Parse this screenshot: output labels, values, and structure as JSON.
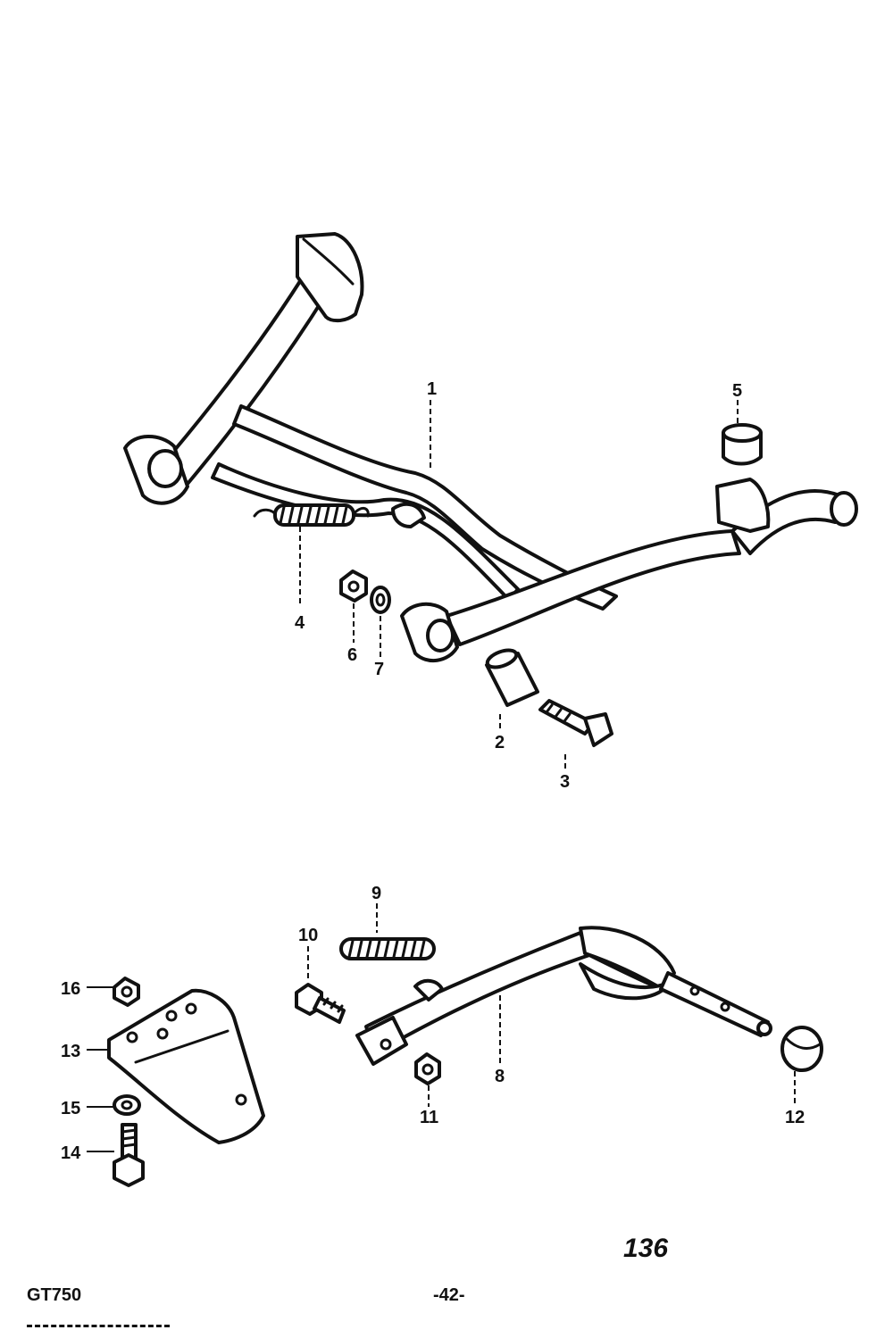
{
  "document": {
    "model": "GT750",
    "page_number": "-42-",
    "plate_number": "136"
  },
  "callouts": {
    "c1": "1",
    "c2": "2",
    "c3": "3",
    "c4": "4",
    "c5": "5",
    "c6": "6",
    "c7": "7",
    "c8": "8",
    "c9": "9",
    "c10": "10",
    "c11": "11",
    "c12": "12",
    "c13": "13",
    "c14": "14",
    "c15": "15",
    "c16": "16"
  }
}
